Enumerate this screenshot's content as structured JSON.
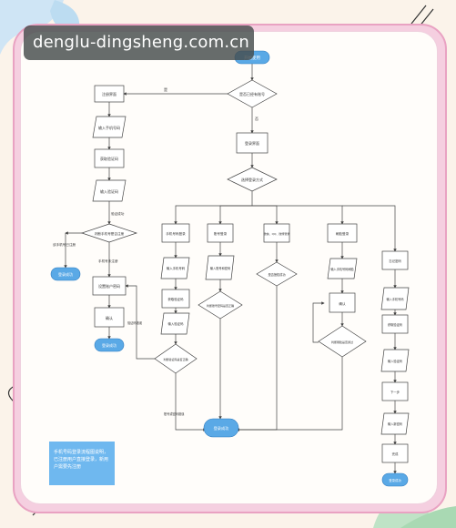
{
  "watermark": {
    "text": "denglu-dingsheng.com.cn"
  },
  "flowchart": {
    "start": "开始使用",
    "decision_registered": "是否已经有账号",
    "label_yes": "是",
    "label_no": "否",
    "register_page": "注册界面",
    "left_branch": {
      "input_phone": "输入手机号码",
      "get_code": "获取验证码",
      "input_code": "输入验证码",
      "label_code_ok": "验证成功",
      "decision_check": "判断手机号是否注册",
      "label_registered": "该手机号已注册",
      "label_unregistered": "手机号未注册",
      "register_end": "登录成功",
      "set_password": "设置账户密码",
      "login": "确认",
      "left_end": "登录成功"
    },
    "login_page": "登录界面",
    "decision_method": "选择登录方式",
    "methods": {
      "phone_login": "手机号码登录",
      "account_login": "账号登录",
      "third_party": "微信、QQ、微博登录",
      "face_login": "刷脸登录",
      "input_phone2": "输入手机号码",
      "input_account": "输入账号和密码",
      "get_code2": "获取验证码",
      "input_code2": "输入验证码",
      "decision_verify": "判断验证码是否正确",
      "decision_pwd": "判断账号密码是否正确",
      "decision_auth": "是否授权成功",
      "face_scan": "输入手机号码刷脸",
      "face_confirm": "确认",
      "decision_face": "判断刷脸是否通过",
      "label_fail": "验证码错误",
      "label_wrong": "账号或密码错误",
      "forgot": "忘记密码"
    },
    "right_branch": {
      "input_phone3": "输入手机号码",
      "get_code3": "获取验证码",
      "input_code3": "输入验证码",
      "next": "下一步",
      "new_pwd": "输入新密码",
      "done": "完成",
      "right_end": "登录成功"
    },
    "login_success": "登录成功"
  },
  "note": {
    "text": "手机号码登录流程图说明，已注册用户直接登录，新用户需要先注册"
  },
  "colors": {
    "frame": "#e9a2c2",
    "terminal": "#5aa9e6",
    "note": "#6fb8ef",
    "line": "#444444"
  }
}
